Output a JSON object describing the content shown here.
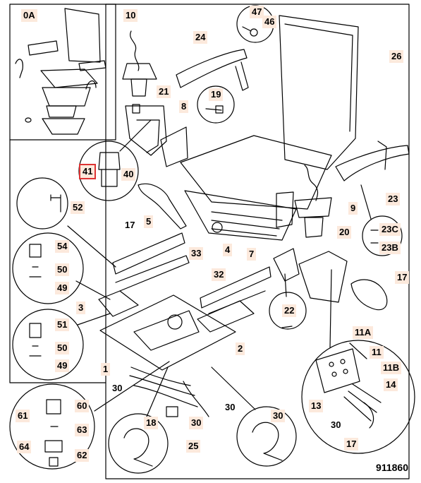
{
  "diagram": {
    "reference": "911860",
    "labels": {
      "l0A": "0A",
      "l10": "10",
      "l47": "47",
      "l46": "46",
      "l24": "24",
      "l26": "26",
      "l21": "21",
      "l19": "19",
      "l8": "8",
      "l41": "41",
      "l40": "40",
      "l52": "52",
      "l17a": "17",
      "l5": "5",
      "l9": "9",
      "l23": "23",
      "l23C": "23C",
      "l23B": "23B",
      "l20": "20",
      "l54": "54",
      "l33": "33",
      "l4": "4",
      "l7": "7",
      "l17b": "17",
      "l50a": "50",
      "l49a": "49",
      "l32": "32",
      "l3": "3",
      "l22": "22",
      "l51": "51",
      "l50b": "50",
      "l49b": "49",
      "l2": "2",
      "l11A": "11A",
      "l11": "11",
      "l11B": "11B",
      "l1": "1",
      "l14": "14",
      "l30a": "30",
      "l13": "13",
      "l30b": "30",
      "l60": "60",
      "l61": "61",
      "l63": "63",
      "l64": "64",
      "l62": "62",
      "l18": "18",
      "l30c": "30",
      "l30d": "30",
      "l25": "25",
      "l30e": "30",
      "l17c": "17"
    }
  }
}
